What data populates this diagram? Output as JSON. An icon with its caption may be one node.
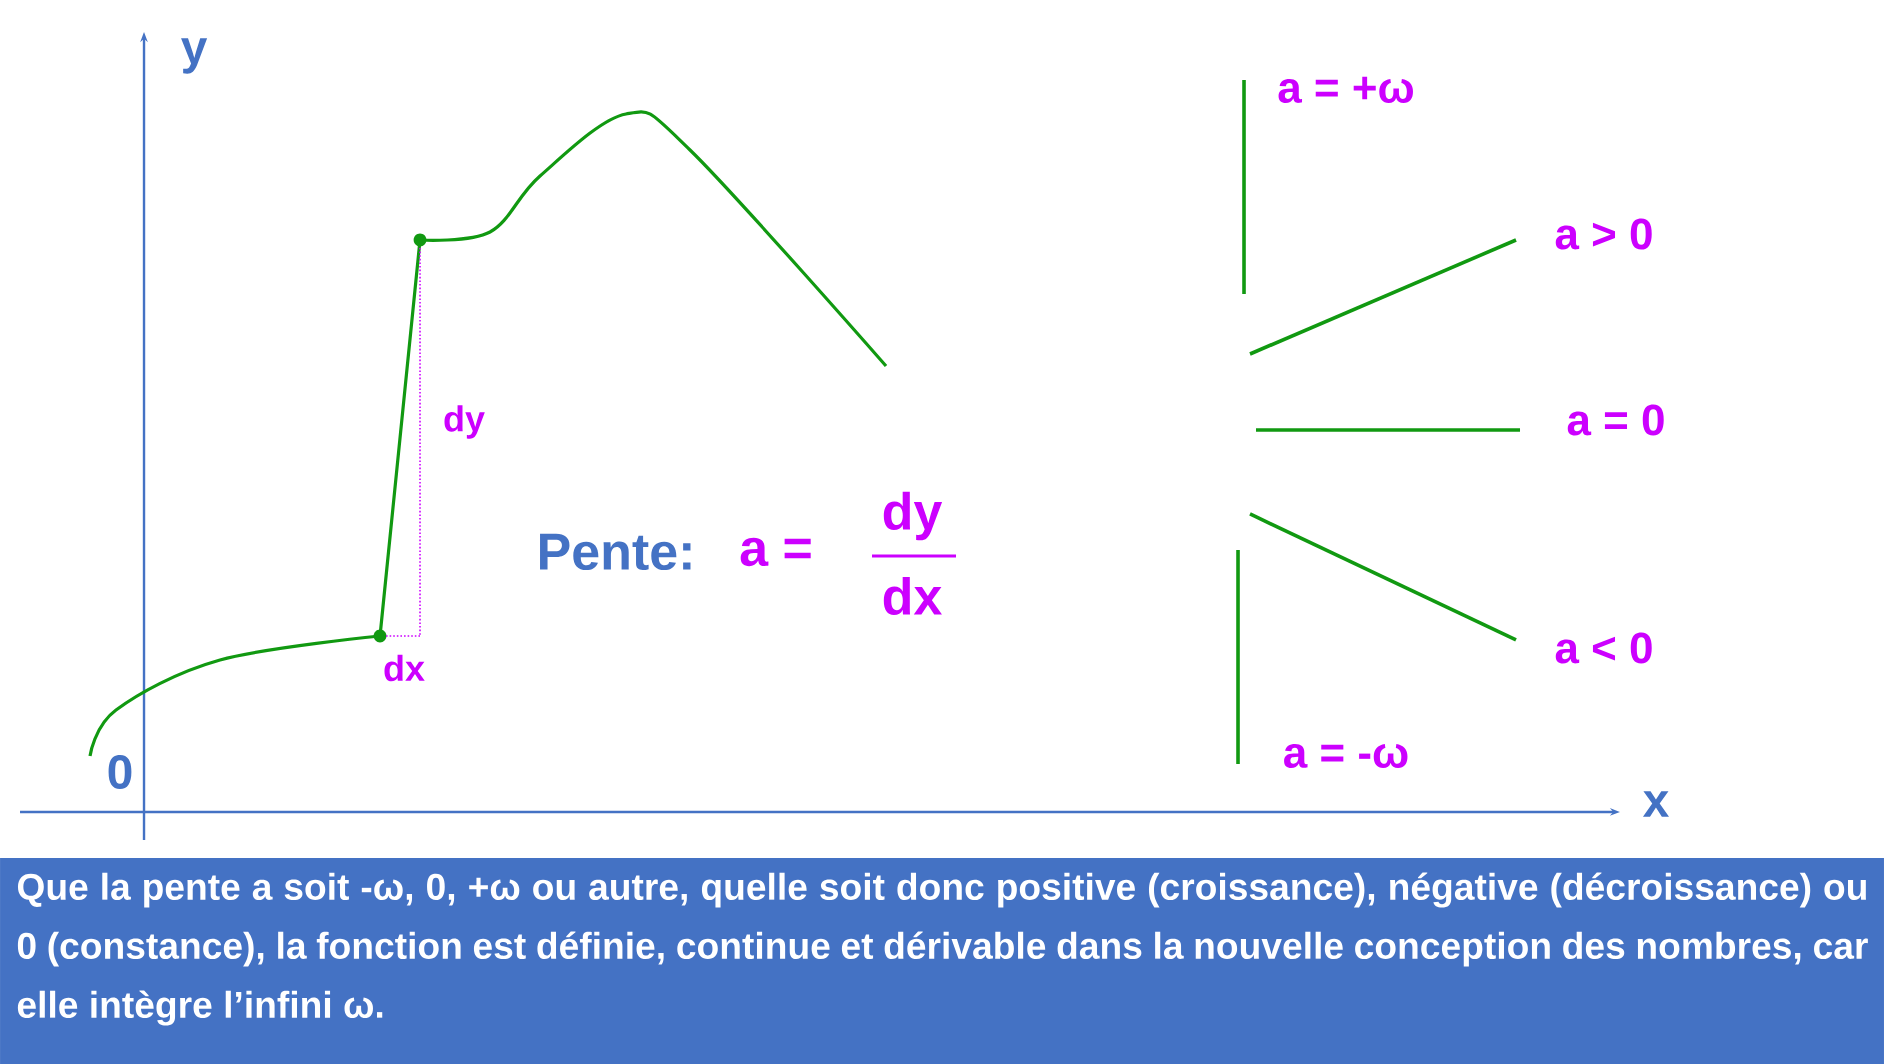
{
  "diagram": {
    "caption": "Que la pente a soit -ω, 0, +ω ou autre, quelle soit donc positive (croissance), négative (décroissance) ou 0 (constance), la fonction est définie, continue et dérivable dans la nouvelle conception des nombres, car elle intègre l’infini ω.",
    "labels": [
      "y",
      "a = +ω",
      "a > 0",
      "dy",
      "a = 0",
      "Pente:",
      "a =",
      "dy",
      "dx",
      "dx",
      "a < 0",
      "0",
      "a = -ω",
      "x"
    ]
  }
}
